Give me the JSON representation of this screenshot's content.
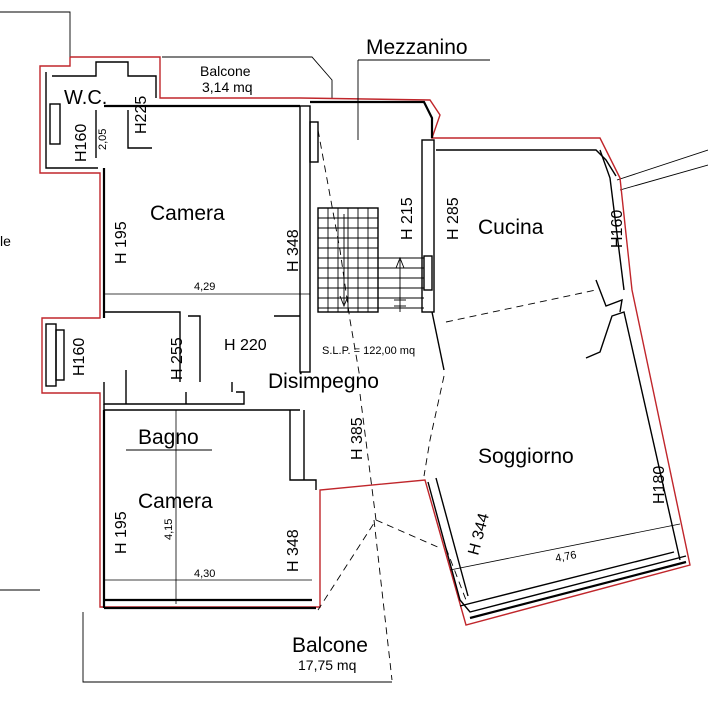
{
  "rooms": {
    "mezzanino": "Mezzanino",
    "wc": "W.C.",
    "camera_top": "Camera",
    "cucina": "Cucina",
    "disimpegno": "Disimpegno",
    "bagno": "Bagno",
    "camera_bottom": "Camera",
    "soggiorno": "Soggiorno",
    "balcone_top": "Balcone",
    "balcone_bottom": "Balcone",
    "left_partial": "le"
  },
  "areas": {
    "balcone_top": "3,14 mq",
    "balcone_bottom": "17,75 mq",
    "slp": "S.L.P. = 122,00 mq"
  },
  "heights": {
    "wc_window": "H160",
    "wc_ceiling": "H225",
    "camera_top_window": "H 195",
    "camera_top_ceiling": "H 348",
    "stair": "H 215",
    "cucina_ceiling": "H 285",
    "cucina_window": "H160",
    "left_window": "H160",
    "bagno_ceiling": "H 255",
    "disimpegno": "H 220",
    "disimpegno_2": "H 385",
    "camera_bottom_window": "H 195",
    "camera_bottom_ceiling": "H 348",
    "soggiorno_right": "H180",
    "soggiorno_left": "H 344"
  },
  "dimensions": {
    "wc_width": "2,05",
    "camera_top_width": "4,29",
    "camera_bottom_width": "4,30",
    "camera_bottom_depth": "4,15",
    "soggiorno_width": "4,76"
  },
  "colors": {
    "wall": "#000000",
    "boundary": "#c0262b",
    "background": "#ffffff"
  }
}
